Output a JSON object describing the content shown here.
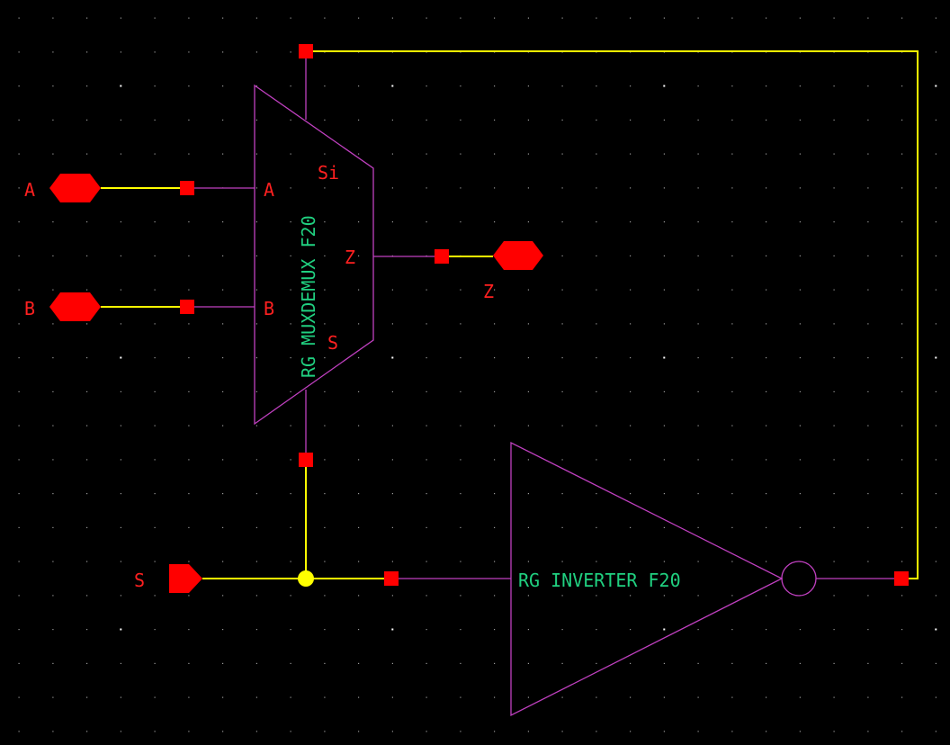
{
  "colors": {
    "background": "#000000",
    "grid_dot": "#9a9a9a",
    "grid_dot_major": "#ffffff",
    "symbol": "#c040c0",
    "wire": "#ffff00",
    "terminal": "#ff0000",
    "pin_label": "#ff2020",
    "instance_label": "#20d080",
    "junction": "#ffff00"
  },
  "ports": {
    "a": {
      "label": "A",
      "direction": "input-output",
      "icon": "hexagon-pin-icon"
    },
    "b": {
      "label": "B",
      "direction": "input-output",
      "icon": "hexagon-pin-icon"
    },
    "z": {
      "label": "Z",
      "direction": "input-output",
      "icon": "hexagon-pin-icon"
    },
    "s": {
      "label": "S",
      "direction": "input",
      "icon": "input-pin-icon"
    }
  },
  "mux": {
    "name": "RG MUXDEMUX F20",
    "pins": {
      "a": "A",
      "b": "B",
      "z": "Z",
      "si": "Si",
      "s": "S"
    }
  },
  "inverter": {
    "name": "RG INVERTER F20",
    "output_bubble_icon": "inversion-bubble-icon"
  }
}
